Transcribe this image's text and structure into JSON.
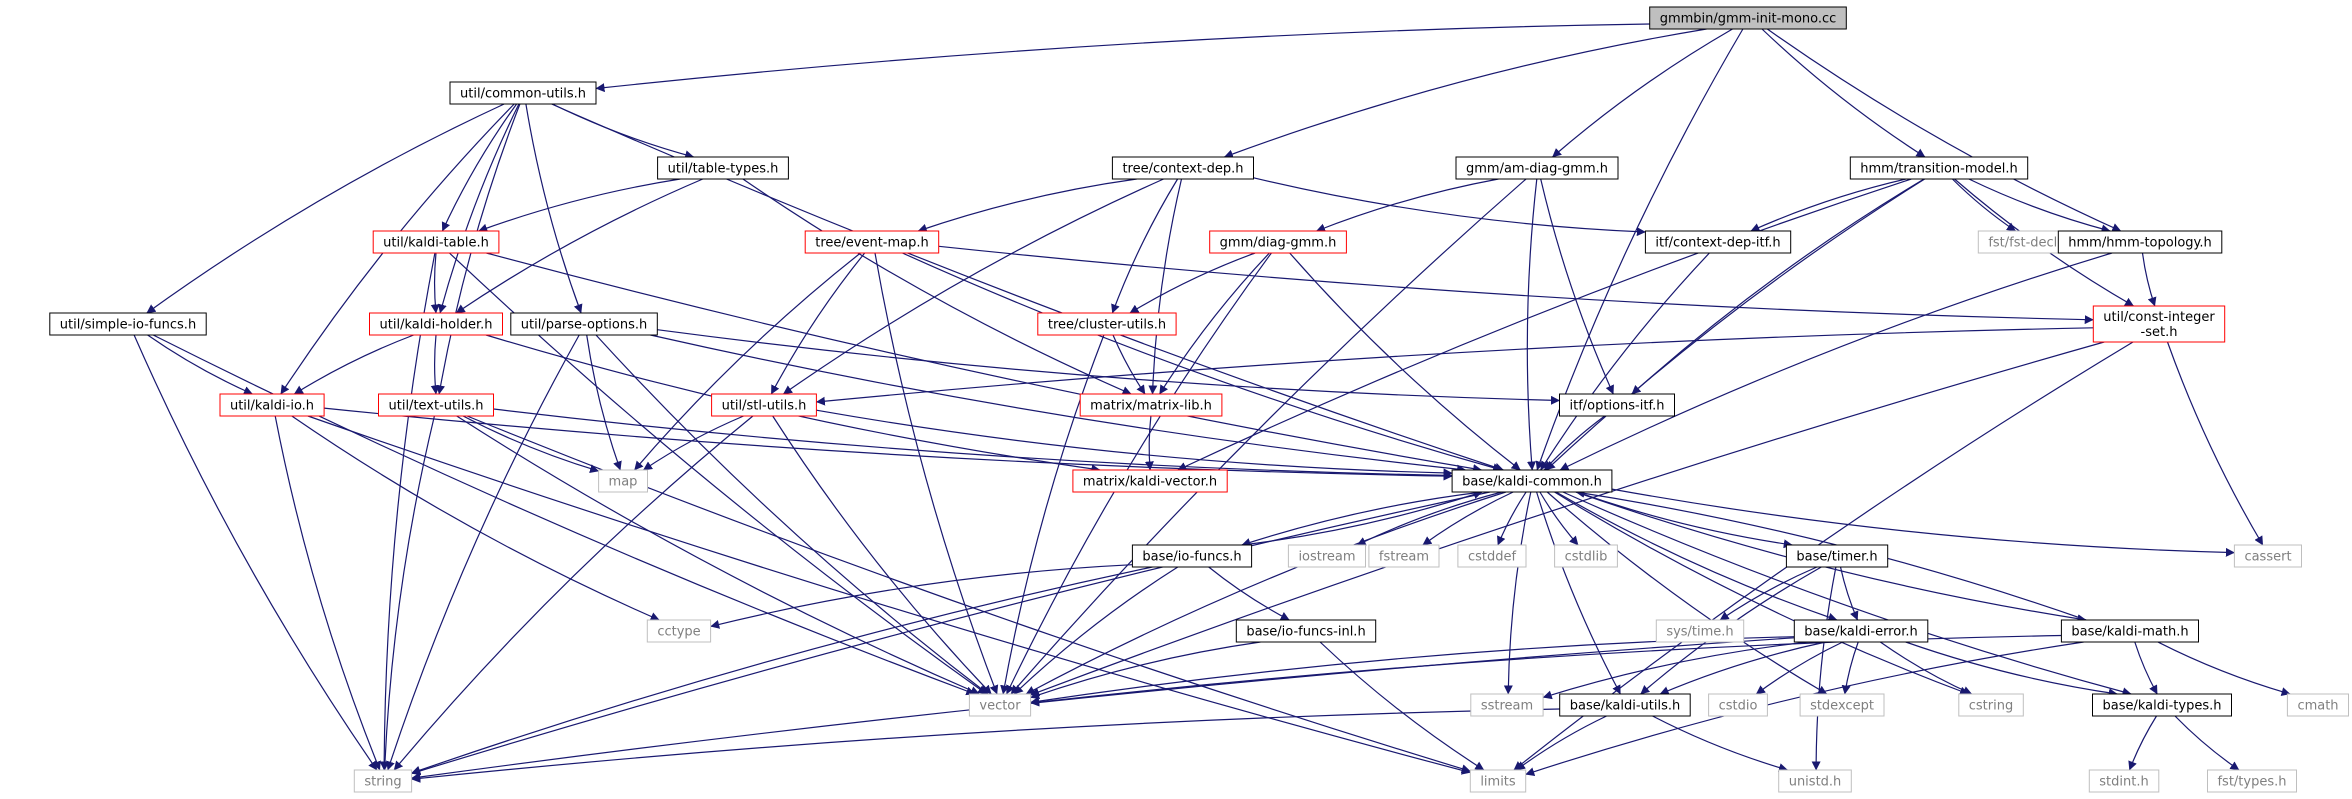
{
  "colors": {
    "edge": "#191970",
    "root_fill": "#bfbfbf",
    "normal_border": "#000000",
    "truncated_border": "#ff0000",
    "external_border": "#bfbfbf",
    "external_text": "#7f7f7f",
    "text": "#000000"
  },
  "nodes": [
    {
      "id": "root",
      "label": "gmmbin/gmm-init-mono.cc",
      "kind": "root"
    },
    {
      "id": "common_utils",
      "label": "util/common-utils.h",
      "kind": "normal"
    },
    {
      "id": "table_types",
      "label": "util/table-types.h",
      "kind": "normal"
    },
    {
      "id": "context_dep",
      "label": "tree/context-dep.h",
      "kind": "normal"
    },
    {
      "id": "am_diag_gmm",
      "label": "gmm/am-diag-gmm.h",
      "kind": "normal"
    },
    {
      "id": "transition_model",
      "label": "hmm/transition-model.h",
      "kind": "normal"
    },
    {
      "id": "kaldi_table",
      "label": "util/kaldi-table.h",
      "kind": "truncated"
    },
    {
      "id": "event_map",
      "label": "tree/event-map.h",
      "kind": "truncated"
    },
    {
      "id": "diag_gmm",
      "label": "gmm/diag-gmm.h",
      "kind": "truncated"
    },
    {
      "id": "context_dep_itf",
      "label": "itf/context-dep-itf.h",
      "kind": "normal"
    },
    {
      "id": "fst_decl",
      "label": "fst/fst-decl.h",
      "kind": "external"
    },
    {
      "id": "hmm_topology",
      "label": "hmm/hmm-topology.h",
      "kind": "normal"
    },
    {
      "id": "simple_io_funcs",
      "label": "util/simple-io-funcs.h",
      "kind": "normal"
    },
    {
      "id": "kaldi_holder",
      "label": "util/kaldi-holder.h",
      "kind": "truncated"
    },
    {
      "id": "parse_options",
      "label": "util/parse-options.h",
      "kind": "normal"
    },
    {
      "id": "cluster_utils",
      "label": "tree/cluster-utils.h",
      "kind": "truncated"
    },
    {
      "id": "const_integer_set",
      "label": "util/const-integer\n-set.h",
      "kind": "truncated"
    },
    {
      "id": "kaldi_io",
      "label": "util/kaldi-io.h",
      "kind": "truncated"
    },
    {
      "id": "text_utils",
      "label": "util/text-utils.h",
      "kind": "truncated"
    },
    {
      "id": "stl_utils",
      "label": "util/stl-utils.h",
      "kind": "truncated"
    },
    {
      "id": "matrix_lib",
      "label": "matrix/matrix-lib.h",
      "kind": "truncated"
    },
    {
      "id": "options_itf",
      "label": "itf/options-itf.h",
      "kind": "normal"
    },
    {
      "id": "map",
      "label": "map",
      "kind": "external"
    },
    {
      "id": "kaldi_vector",
      "label": "matrix/kaldi-vector.h",
      "kind": "truncated"
    },
    {
      "id": "kaldi_common",
      "label": "base/kaldi-common.h",
      "kind": "normal"
    },
    {
      "id": "io_funcs",
      "label": "base/io-funcs.h",
      "kind": "normal"
    },
    {
      "id": "iostream",
      "label": "iostream",
      "kind": "external"
    },
    {
      "id": "fstream",
      "label": "fstream",
      "kind": "external"
    },
    {
      "id": "cstddef",
      "label": "cstddef",
      "kind": "external"
    },
    {
      "id": "cstdlib",
      "label": "cstdlib",
      "kind": "external"
    },
    {
      "id": "timer",
      "label": "base/timer.h",
      "kind": "normal"
    },
    {
      "id": "cassert",
      "label": "cassert",
      "kind": "external"
    },
    {
      "id": "sys_time",
      "label": "sys/time.h",
      "kind": "external"
    },
    {
      "id": "cctype",
      "label": "cctype",
      "kind": "external"
    },
    {
      "id": "io_funcs_inl",
      "label": "base/io-funcs-inl.h",
      "kind": "normal"
    },
    {
      "id": "kaldi_error",
      "label": "base/kaldi-error.h",
      "kind": "normal"
    },
    {
      "id": "kaldi_math",
      "label": "base/kaldi-math.h",
      "kind": "normal"
    },
    {
      "id": "vector",
      "label": "vector",
      "kind": "external"
    },
    {
      "id": "sstream",
      "label": "sstream",
      "kind": "external"
    },
    {
      "id": "kaldi_utils",
      "label": "base/kaldi-utils.h",
      "kind": "normal"
    },
    {
      "id": "cstdio",
      "label": "cstdio",
      "kind": "external"
    },
    {
      "id": "stdexcept",
      "label": "stdexcept",
      "kind": "external"
    },
    {
      "id": "cstring",
      "label": "cstring",
      "kind": "external"
    },
    {
      "id": "kaldi_types",
      "label": "base/kaldi-types.h",
      "kind": "normal"
    },
    {
      "id": "cmath",
      "label": "cmath",
      "kind": "external"
    },
    {
      "id": "string",
      "label": "string",
      "kind": "external"
    },
    {
      "id": "limits",
      "label": "limits",
      "kind": "external"
    },
    {
      "id": "unistd",
      "label": "unistd.h",
      "kind": "external"
    },
    {
      "id": "stdint",
      "label": "stdint.h",
      "kind": "external"
    },
    {
      "id": "fst_types",
      "label": "fst/types.h",
      "kind": "external"
    }
  ],
  "edges": [
    [
      "root",
      "common_utils"
    ],
    [
      "root",
      "context_dep"
    ],
    [
      "root",
      "am_diag_gmm"
    ],
    [
      "root",
      "transition_model"
    ],
    [
      "root",
      "hmm_topology"
    ],
    [
      "root",
      "kaldi_common"
    ],
    [
      "common_utils",
      "table_types"
    ],
    [
      "common_utils",
      "kaldi_table"
    ],
    [
      "common_utils",
      "simple_io_funcs"
    ],
    [
      "common_utils",
      "kaldi_holder"
    ],
    [
      "common_utils",
      "parse_options"
    ],
    [
      "common_utils",
      "kaldi_io"
    ],
    [
      "common_utils",
      "text_utils"
    ],
    [
      "common_utils",
      "kaldi_common"
    ],
    [
      "table_types",
      "kaldi_table"
    ],
    [
      "table_types",
      "kaldi_holder"
    ],
    [
      "table_types",
      "matrix_lib"
    ],
    [
      "context_dep",
      "event_map"
    ],
    [
      "context_dep",
      "context_dep_itf"
    ],
    [
      "context_dep",
      "cluster_utils"
    ],
    [
      "context_dep",
      "matrix_lib"
    ],
    [
      "context_dep",
      "stl_utils"
    ],
    [
      "am_diag_gmm",
      "diag_gmm"
    ],
    [
      "am_diag_gmm",
      "options_itf"
    ],
    [
      "am_diag_gmm",
      "kaldi_common"
    ],
    [
      "am_diag_gmm",
      "vector"
    ],
    [
      "transition_model",
      "context_dep_itf"
    ],
    [
      "transition_model",
      "fst_decl"
    ],
    [
      "transition_model",
      "hmm_topology"
    ],
    [
      "transition_model",
      "const_integer_set"
    ],
    [
      "transition_model",
      "options_itf"
    ],
    [
      "transition_model",
      "kaldi_vector"
    ],
    [
      "transition_model",
      "kaldi_common"
    ],
    [
      "kaldi_table",
      "kaldi_holder"
    ],
    [
      "kaldi_table",
      "kaldi_common"
    ],
    [
      "kaldi_table",
      "string"
    ],
    [
      "kaldi_table",
      "vector"
    ],
    [
      "event_map",
      "stl_utils"
    ],
    [
      "event_map",
      "kaldi_common"
    ],
    [
      "event_map",
      "const_integer_set"
    ],
    [
      "event_map",
      "map"
    ],
    [
      "event_map",
      "vector"
    ],
    [
      "diag_gmm",
      "cluster_utils"
    ],
    [
      "diag_gmm",
      "matrix_lib"
    ],
    [
      "diag_gmm",
      "kaldi_common"
    ],
    [
      "diag_gmm",
      "vector"
    ],
    [
      "context_dep_itf",
      "kaldi_common"
    ],
    [
      "hmm_topology",
      "const_integer_set"
    ],
    [
      "hmm_topology",
      "kaldi_common"
    ],
    [
      "simple_io_funcs",
      "kaldi_io"
    ],
    [
      "simple_io_funcs",
      "string"
    ],
    [
      "simple_io_funcs",
      "vector"
    ],
    [
      "kaldi_holder",
      "kaldi_io"
    ],
    [
      "kaldi_holder",
      "text_utils"
    ],
    [
      "kaldi_holder",
      "kaldi_vector"
    ],
    [
      "parse_options",
      "map"
    ],
    [
      "parse_options",
      "string"
    ],
    [
      "parse_options",
      "vector"
    ],
    [
      "parse_options",
      "kaldi_common"
    ],
    [
      "parse_options",
      "options_itf"
    ],
    [
      "cluster_utils",
      "matrix_lib"
    ],
    [
      "cluster_utils",
      "vector"
    ],
    [
      "const_integer_set",
      "stl_utils"
    ],
    [
      "const_integer_set",
      "cassert"
    ],
    [
      "const_integer_set",
      "vector"
    ],
    [
      "const_integer_set",
      "limits"
    ],
    [
      "kaldi_io",
      "kaldi_common"
    ],
    [
      "kaldi_io",
      "cctype"
    ],
    [
      "kaldi_io",
      "string"
    ],
    [
      "kaldi_io",
      "limits"
    ],
    [
      "text_utils",
      "kaldi_common"
    ],
    [
      "text_utils",
      "map"
    ],
    [
      "text_utils",
      "string"
    ],
    [
      "text_utils",
      "vector"
    ],
    [
      "text_utils",
      "limits"
    ],
    [
      "stl_utils",
      "kaldi_common"
    ],
    [
      "stl_utils",
      "map"
    ],
    [
      "stl_utils",
      "string"
    ],
    [
      "stl_utils",
      "vector"
    ],
    [
      "matrix_lib",
      "kaldi_vector"
    ],
    [
      "options_itf",
      "kaldi_common"
    ],
    [
      "kaldi_common",
      "io_funcs"
    ],
    [
      "kaldi_common",
      "iostream"
    ],
    [
      "kaldi_common",
      "fstream"
    ],
    [
      "kaldi_common",
      "cstddef"
    ],
    [
      "kaldi_common",
      "cstdlib"
    ],
    [
      "kaldi_common",
      "timer"
    ],
    [
      "kaldi_common",
      "cassert"
    ],
    [
      "kaldi_common",
      "kaldi_error"
    ],
    [
      "kaldi_common",
      "kaldi_math"
    ],
    [
      "kaldi_common",
      "kaldi_utils"
    ],
    [
      "kaldi_common",
      "kaldi_types"
    ],
    [
      "kaldi_common",
      "string"
    ],
    [
      "kaldi_common",
      "vector"
    ],
    [
      "kaldi_common",
      "sstream"
    ],
    [
      "kaldi_common",
      "stdexcept"
    ],
    [
      "kaldi_common",
      "cstring"
    ],
    [
      "io_funcs",
      "kaldi_common"
    ],
    [
      "io_funcs",
      "io_funcs_inl"
    ],
    [
      "io_funcs",
      "cctype"
    ],
    [
      "io_funcs",
      "vector"
    ],
    [
      "io_funcs",
      "string"
    ],
    [
      "timer",
      "sys_time"
    ],
    [
      "timer",
      "kaldi_error"
    ],
    [
      "timer",
      "kaldi_utils"
    ],
    [
      "timer",
      "unistd"
    ],
    [
      "io_funcs_inl",
      "vector"
    ],
    [
      "io_funcs_inl",
      "limits"
    ],
    [
      "kaldi_error",
      "vector"
    ],
    [
      "kaldi_error",
      "sstream"
    ],
    [
      "kaldi_error",
      "cstdio"
    ],
    [
      "kaldi_error",
      "stdexcept"
    ],
    [
      "kaldi_error",
      "cstring"
    ],
    [
      "kaldi_error",
      "kaldi_utils"
    ],
    [
      "kaldi_error",
      "kaldi_types"
    ],
    [
      "kaldi_error",
      "string"
    ],
    [
      "kaldi_math",
      "kaldi_common"
    ],
    [
      "kaldi_math",
      "kaldi_types"
    ],
    [
      "kaldi_math",
      "cmath"
    ],
    [
      "kaldi_math",
      "limits"
    ],
    [
      "kaldi_math",
      "vector"
    ],
    [
      "kaldi_utils",
      "string"
    ],
    [
      "kaldi_utils",
      "limits"
    ],
    [
      "kaldi_utils",
      "unistd"
    ],
    [
      "kaldi_types",
      "stdint"
    ],
    [
      "kaldi_types",
      "fst_types"
    ]
  ]
}
